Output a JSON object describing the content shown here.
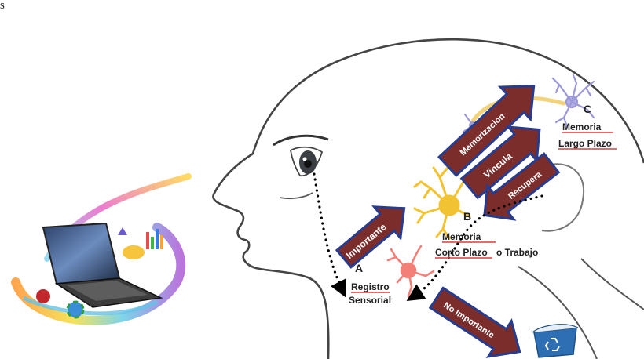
{
  "corner_text": "s",
  "labels": {
    "a": "A",
    "b": "B",
    "c": "C",
    "registro_line1": "Registro",
    "registro_line2": "Sensorial",
    "corto_part1": "Corto Plazo",
    "corto_part2": "o Trabajo",
    "memoria_b": "Memoria",
    "memoria_c": "Memoria",
    "largo_plazo": "Largo Plazo"
  },
  "arrows": {
    "importante": "Importante",
    "memorizacion": "Memorizacion",
    "vincula": "Vincula",
    "recupera": "Recupera",
    "no_importante": "No Importante"
  },
  "icons": [
    "laptop-swirl-icon",
    "neuron-icon",
    "recycle-bin-icon",
    "eye-icon"
  ],
  "colors": {
    "arrow_fill": "#7a2d2a",
    "arrow_stroke": "#283c8e",
    "neuron_a": "#f27f78",
    "neuron_b": "#f1c232",
    "neuron_c": "#9b98d6",
    "underline": "#e03a3a",
    "bin": "#2e6fb3"
  }
}
